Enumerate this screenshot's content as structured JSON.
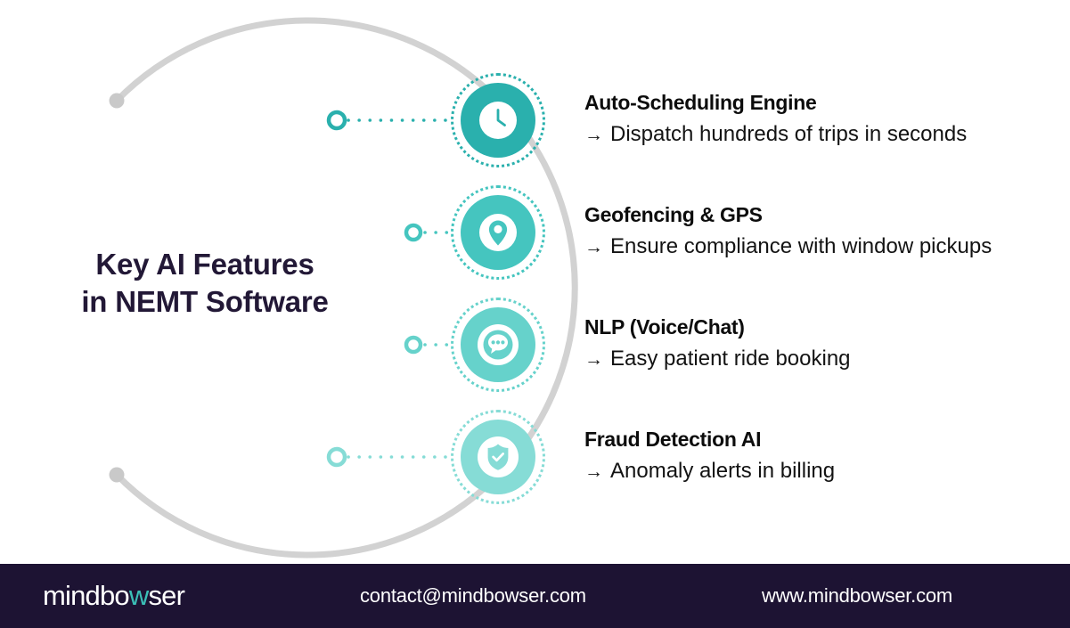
{
  "title": {
    "line1": "Key AI Features",
    "line2": "in NEMT Software",
    "color": "#221836"
  },
  "theme": {
    "arc_color": "#d2d2d2",
    "footer_bg": "#1d1333",
    "logo_accent": "#3bbfb7",
    "heading_color": "#0c0c0c",
    "body_color": "#131313"
  },
  "features": [
    {
      "icon": "clock-icon",
      "title": "Auto-Scheduling Engine",
      "arrow": "→",
      "description": "Dispatch hundreds of trips in seconds",
      "color": "#2ab0ad"
    },
    {
      "icon": "map-pin-icon",
      "title": "Geofencing & GPS",
      "arrow": "→",
      "description": "Ensure compliance with window pickups",
      "color": "#45c5bf"
    },
    {
      "icon": "chat-bubble-icon",
      "title": "NLP (Voice/Chat)",
      "arrow": "→",
      "description": "Easy patient ride booking",
      "color": "#66d2cb"
    },
    {
      "icon": "shield-check-icon",
      "title": "Fraud Detection AI",
      "arrow": "→",
      "description": "Anomaly alerts in billing",
      "color": "#86dcd6"
    }
  ],
  "footer": {
    "logo_pre": "mindbo",
    "logo_accent": "w",
    "logo_post": "ser",
    "email": "contact@mindbowser.com",
    "website": "www.mindbowser.com"
  }
}
